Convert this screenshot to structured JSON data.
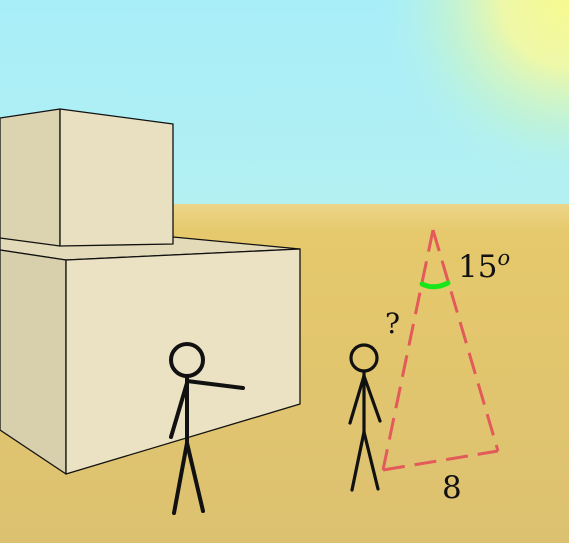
{
  "diagram": {
    "labels": {
      "angle": "15",
      "angle_superscript": "o",
      "unknown_side": "?",
      "known_side": "8"
    },
    "colors": {
      "sky": "#aef0f7",
      "sand": "#e6c870",
      "sun": "#f4f79a",
      "building_front": "#ece3c4",
      "building_side": "#d9d0ad",
      "triangle": "#e25a5a",
      "angle_arc": "#19e619",
      "stick_figure": "#111111"
    },
    "icons": [
      "sun-icon",
      "building-icon",
      "stick-figure-pointing-icon",
      "stick-figure-standing-icon"
    ]
  }
}
